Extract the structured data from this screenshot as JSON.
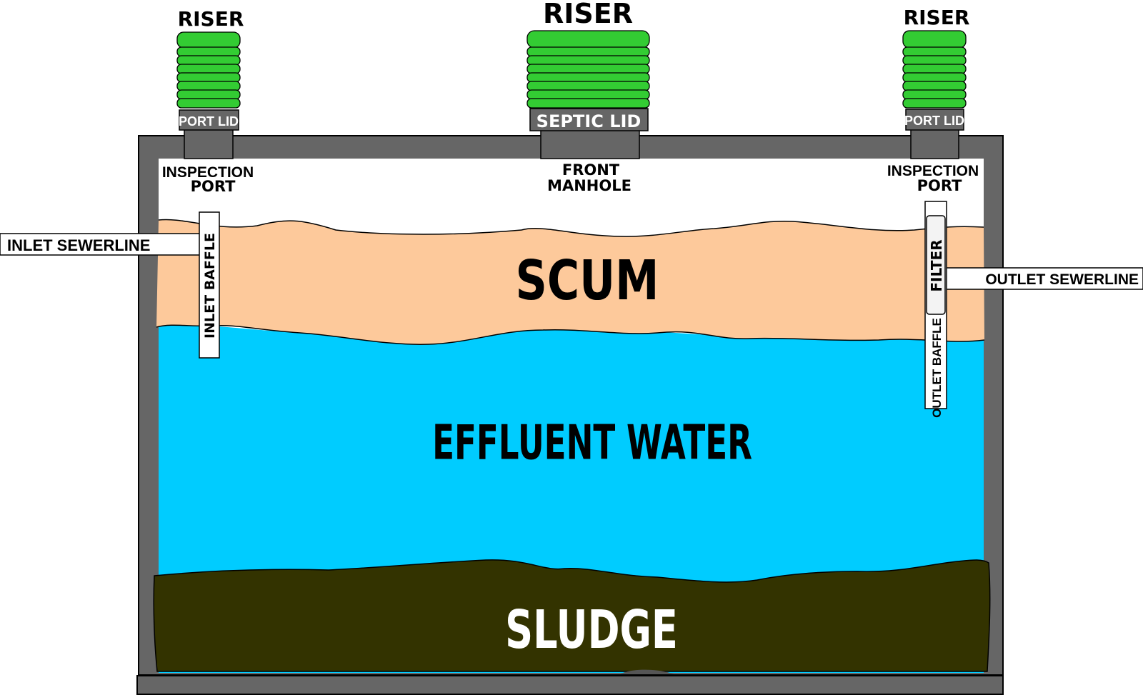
{
  "risers": {
    "left": {
      "title": "RISER",
      "lid": "PORT LID"
    },
    "center": {
      "title": "RISER",
      "lid": "SEPTIC LID"
    },
    "right": {
      "title": "RISER",
      "lid": "PORT LID"
    }
  },
  "openings": {
    "left": {
      "line1": "INSPECTION",
      "line2": "PORT"
    },
    "center": {
      "line1": "FRONT",
      "line2": "MANHOLE"
    },
    "right": {
      "line1": "INSPECTION",
      "line2": "PORT"
    }
  },
  "pipes": {
    "inlet": "INLET SEWERLINE",
    "outlet": "OUTLET SEWERLINE"
  },
  "baffles": {
    "inlet": "INLET BAFFLE",
    "outlet": "OUTLET BAFFLE",
    "filter": "FILTER"
  },
  "layers": {
    "scum": "SCUM",
    "effluent": "EFFLUENT WATER",
    "sludge": "SLUDGE"
  },
  "colors": {
    "tank_wall": "#666666",
    "riser_green": "#33cc33",
    "lid_gray": "#666666",
    "scum": "#fdc99b",
    "effluent": "#00ccff",
    "sludge": "#333300",
    "white": "#ffffff",
    "outline": "#000000"
  }
}
